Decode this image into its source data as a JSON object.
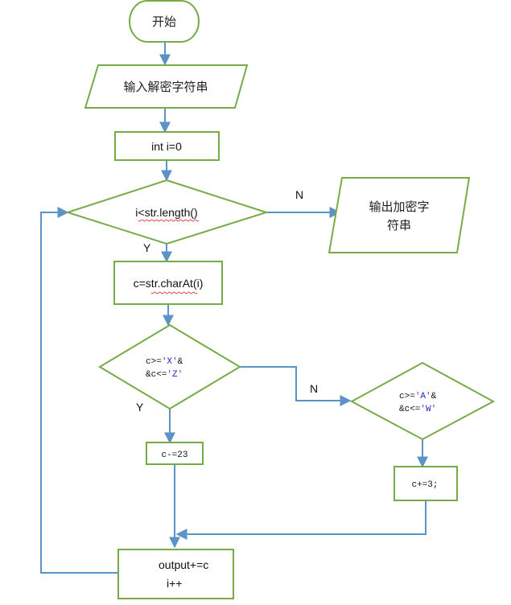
{
  "flowchart": {
    "start": "开始",
    "input": "输入解密字符串",
    "init": "int i=0",
    "loop_condition": "i<str.length()",
    "output_line1": "输出加密字",
    "output_line2": "符串",
    "get_char": "c=str.charAt(i)",
    "cond1": {
      "line1_pre": "c>=",
      "q1": "'",
      "lit1": "X",
      "q2": "'",
      "amp": "&",
      "line2_pre": "&c<=",
      "q3": "'",
      "lit2": "Z",
      "q4": "'"
    },
    "cond2": {
      "line1_pre": "c>=",
      "q1": "'",
      "lit1": "A",
      "q2": "'",
      "amp": "&",
      "line2_pre": "&c<=",
      "q3": "'",
      "lit2": "W",
      "q4": "'"
    },
    "sub": "c-=23",
    "add": "c+=3;",
    "update_line1": "output+=c",
    "update_line2": "i++",
    "label_n1": "N",
    "label_y1": "Y",
    "label_n2": "N",
    "label_y2": "Y"
  },
  "colors": {
    "shape_stroke": "#77ab48",
    "connector": "#5b93c7",
    "spellcheck": "#e02020"
  }
}
